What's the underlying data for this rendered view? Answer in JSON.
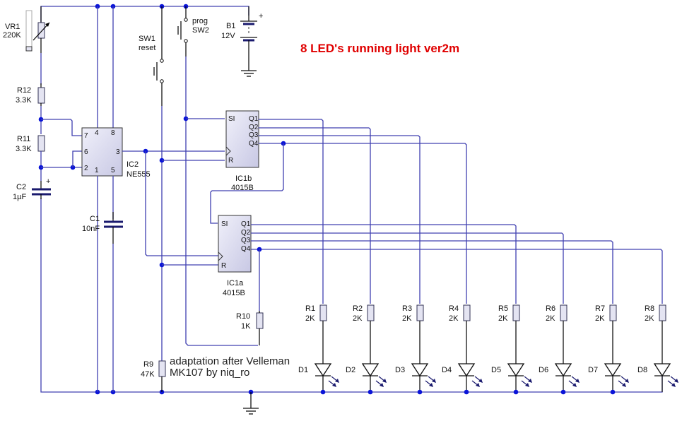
{
  "title": "8 LED's running light ver2m",
  "note": {
    "line1": "adaptation after Velleman",
    "line2": "MK107 by niq_ro"
  },
  "colors": {
    "wire": "#4040b0",
    "junction": "#0a14d8",
    "title": "#e00000",
    "component_fill": "#e4e4f2"
  },
  "components": {
    "VR1": {
      "ref": "VR1",
      "value": "220K",
      "type": "potentiometer"
    },
    "R12": {
      "ref": "R12",
      "value": "3.3K",
      "type": "resistor"
    },
    "R11": {
      "ref": "R11",
      "value": "3.3K",
      "type": "resistor"
    },
    "C2": {
      "ref": "C2",
      "value": "1µF",
      "type": "electrolytic-capacitor",
      "polarity": "+"
    },
    "C1": {
      "ref": "C1",
      "value": "10nF",
      "type": "capacitor"
    },
    "IC2": {
      "ref": "IC2",
      "value": "NE555",
      "pins": {
        "p7": "7",
        "p6": "6",
        "p2": "2",
        "p4": "4",
        "p8": "8",
        "p3": "3",
        "p1": "1",
        "p5": "5"
      }
    },
    "SW1": {
      "ref": "SW1",
      "value": "reset"
    },
    "SW2": {
      "ref": "SW2",
      "value": "prog"
    },
    "B1": {
      "ref": "B1",
      "value": "12V",
      "polarity": "+"
    },
    "IC1b": {
      "ref": "IC1b",
      "value": "4015B",
      "pins": {
        "si": "SI",
        "q1": "Q1",
        "q2": "Q2",
        "q3": "Q3",
        "q4": "Q4",
        "r": "R"
      }
    },
    "IC1a": {
      "ref": "IC1a",
      "value": "4015B",
      "pins": {
        "si": "SI",
        "q1": "Q1",
        "q2": "Q2",
        "q3": "Q3",
        "q4": "Q4",
        "r": "R"
      }
    },
    "R10": {
      "ref": "R10",
      "value": "1K"
    },
    "R9": {
      "ref": "R9",
      "value": "47K"
    }
  },
  "led_stages": [
    {
      "resistor": "R1",
      "value": "2K",
      "led": "D1"
    },
    {
      "resistor": "R2",
      "value": "2K",
      "led": "D2"
    },
    {
      "resistor": "R3",
      "value": "2K",
      "led": "D3"
    },
    {
      "resistor": "R4",
      "value": "2K",
      "led": "D4"
    },
    {
      "resistor": "R5",
      "value": "2K",
      "led": "D5"
    },
    {
      "resistor": "R6",
      "value": "2K",
      "led": "D6"
    },
    {
      "resistor": "R7",
      "value": "2K",
      "led": "D7"
    },
    {
      "resistor": "R8",
      "value": "2K",
      "led": "D8"
    }
  ]
}
